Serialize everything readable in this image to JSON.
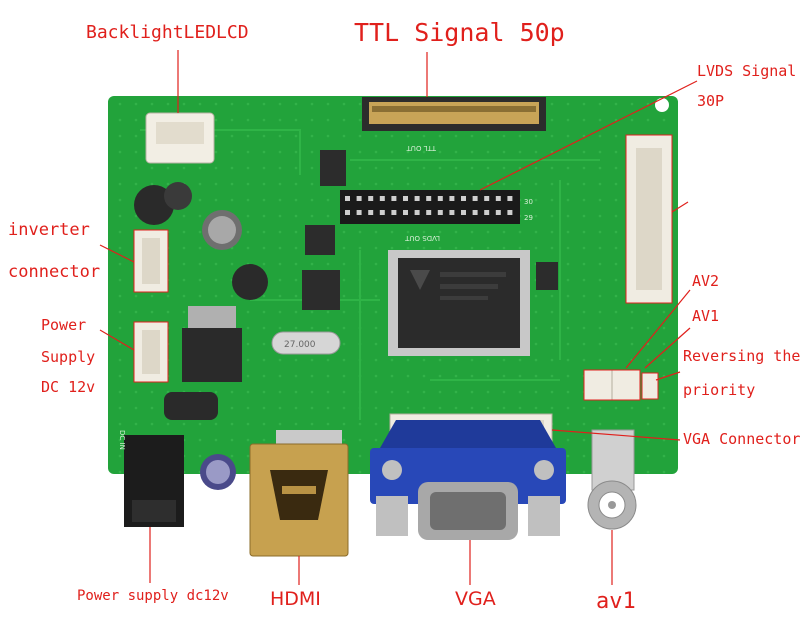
{
  "labels": {
    "ttl_signal": "TTL Signal 50p",
    "backlight": "BacklightLEDLCD",
    "lvds_line1": "LVDS Signal",
    "lvds_line2": "30P",
    "inverter_line1": "inverter",
    "inverter_line2": "connector",
    "power_line1": "Power",
    "power_line2": "Supply",
    "power_line3": "DC 12v",
    "av2": "AV2",
    "av1": "AV1",
    "reversing_line1": "Reversing the",
    "reversing_line2": "priority",
    "vga_connector": "VGA Connector",
    "power_supply_dc12v": "Power supply dc12v",
    "hdmi": "HDMI",
    "vga": "VGA",
    "av1_bottom": "av1"
  },
  "silkscreen": {
    "ttl_out": "TTL OUT",
    "lvds_out": "LVDS OUT",
    "pin_30": "30",
    "pin_29": "29",
    "dc_in": "DC IN",
    "crystal": "27.000"
  },
  "colors": {
    "label_red": "#e0201c",
    "pcb_green": "#22a33b",
    "vga_blue": "#2848b8"
  }
}
